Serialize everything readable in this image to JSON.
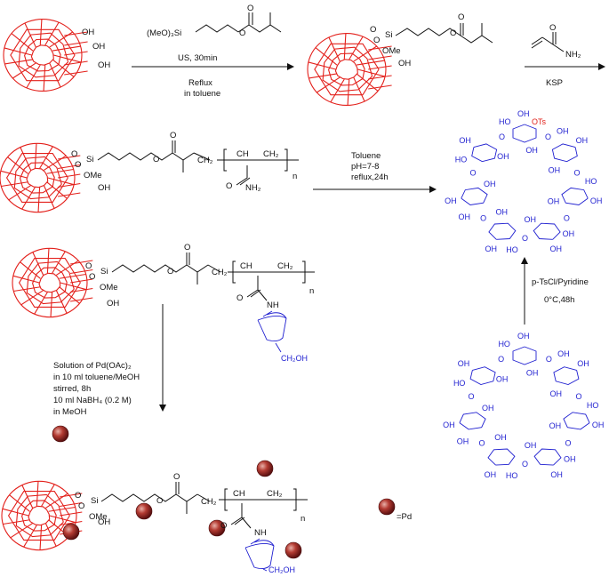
{
  "reagents": {
    "silane": "(MeO)₃Si",
    "step1_cond1": "US, 30min",
    "step1_cond2": "Reflux",
    "step1_cond3": "in toluene",
    "acrylamide_nh2": "NH₂",
    "step2_cond": "KSP",
    "step3_cond1": "Toluene",
    "step3_cond2": "pH=7-8",
    "step3_cond3": "reflux,24h",
    "tscl_cond1": "p-TsCl/Pyridine",
    "tscl_cond2": "0°C,48h",
    "pd_cond1": "Solution of Pd(OAc)₂",
    "pd_cond2": "in 10 ml toluene/MeOH",
    "pd_cond3": "stirred, 8h",
    "pd_cond4": "10 ml NaBH₄ (0.2 M)",
    "pd_cond5": "in MeOH",
    "legend_pd": "=Pd"
  },
  "labels": {
    "oh": "OH",
    "si": "Si",
    "ome": "OMe",
    "o": "O",
    "n": "n",
    "nh": "NH",
    "nh2": "NH₂",
    "ch": "CH",
    "ch2": "CH₂",
    "ch2_plain": "CH",
    "ch2oh": "CH₂OH",
    "ots": "OTs",
    "ho": "HO"
  },
  "colors": {
    "fullerene": "#e3201b",
    "cyclodextrin": "#1f1fd0",
    "pd": "#8b1c1c",
    "text": "#111111"
  }
}
